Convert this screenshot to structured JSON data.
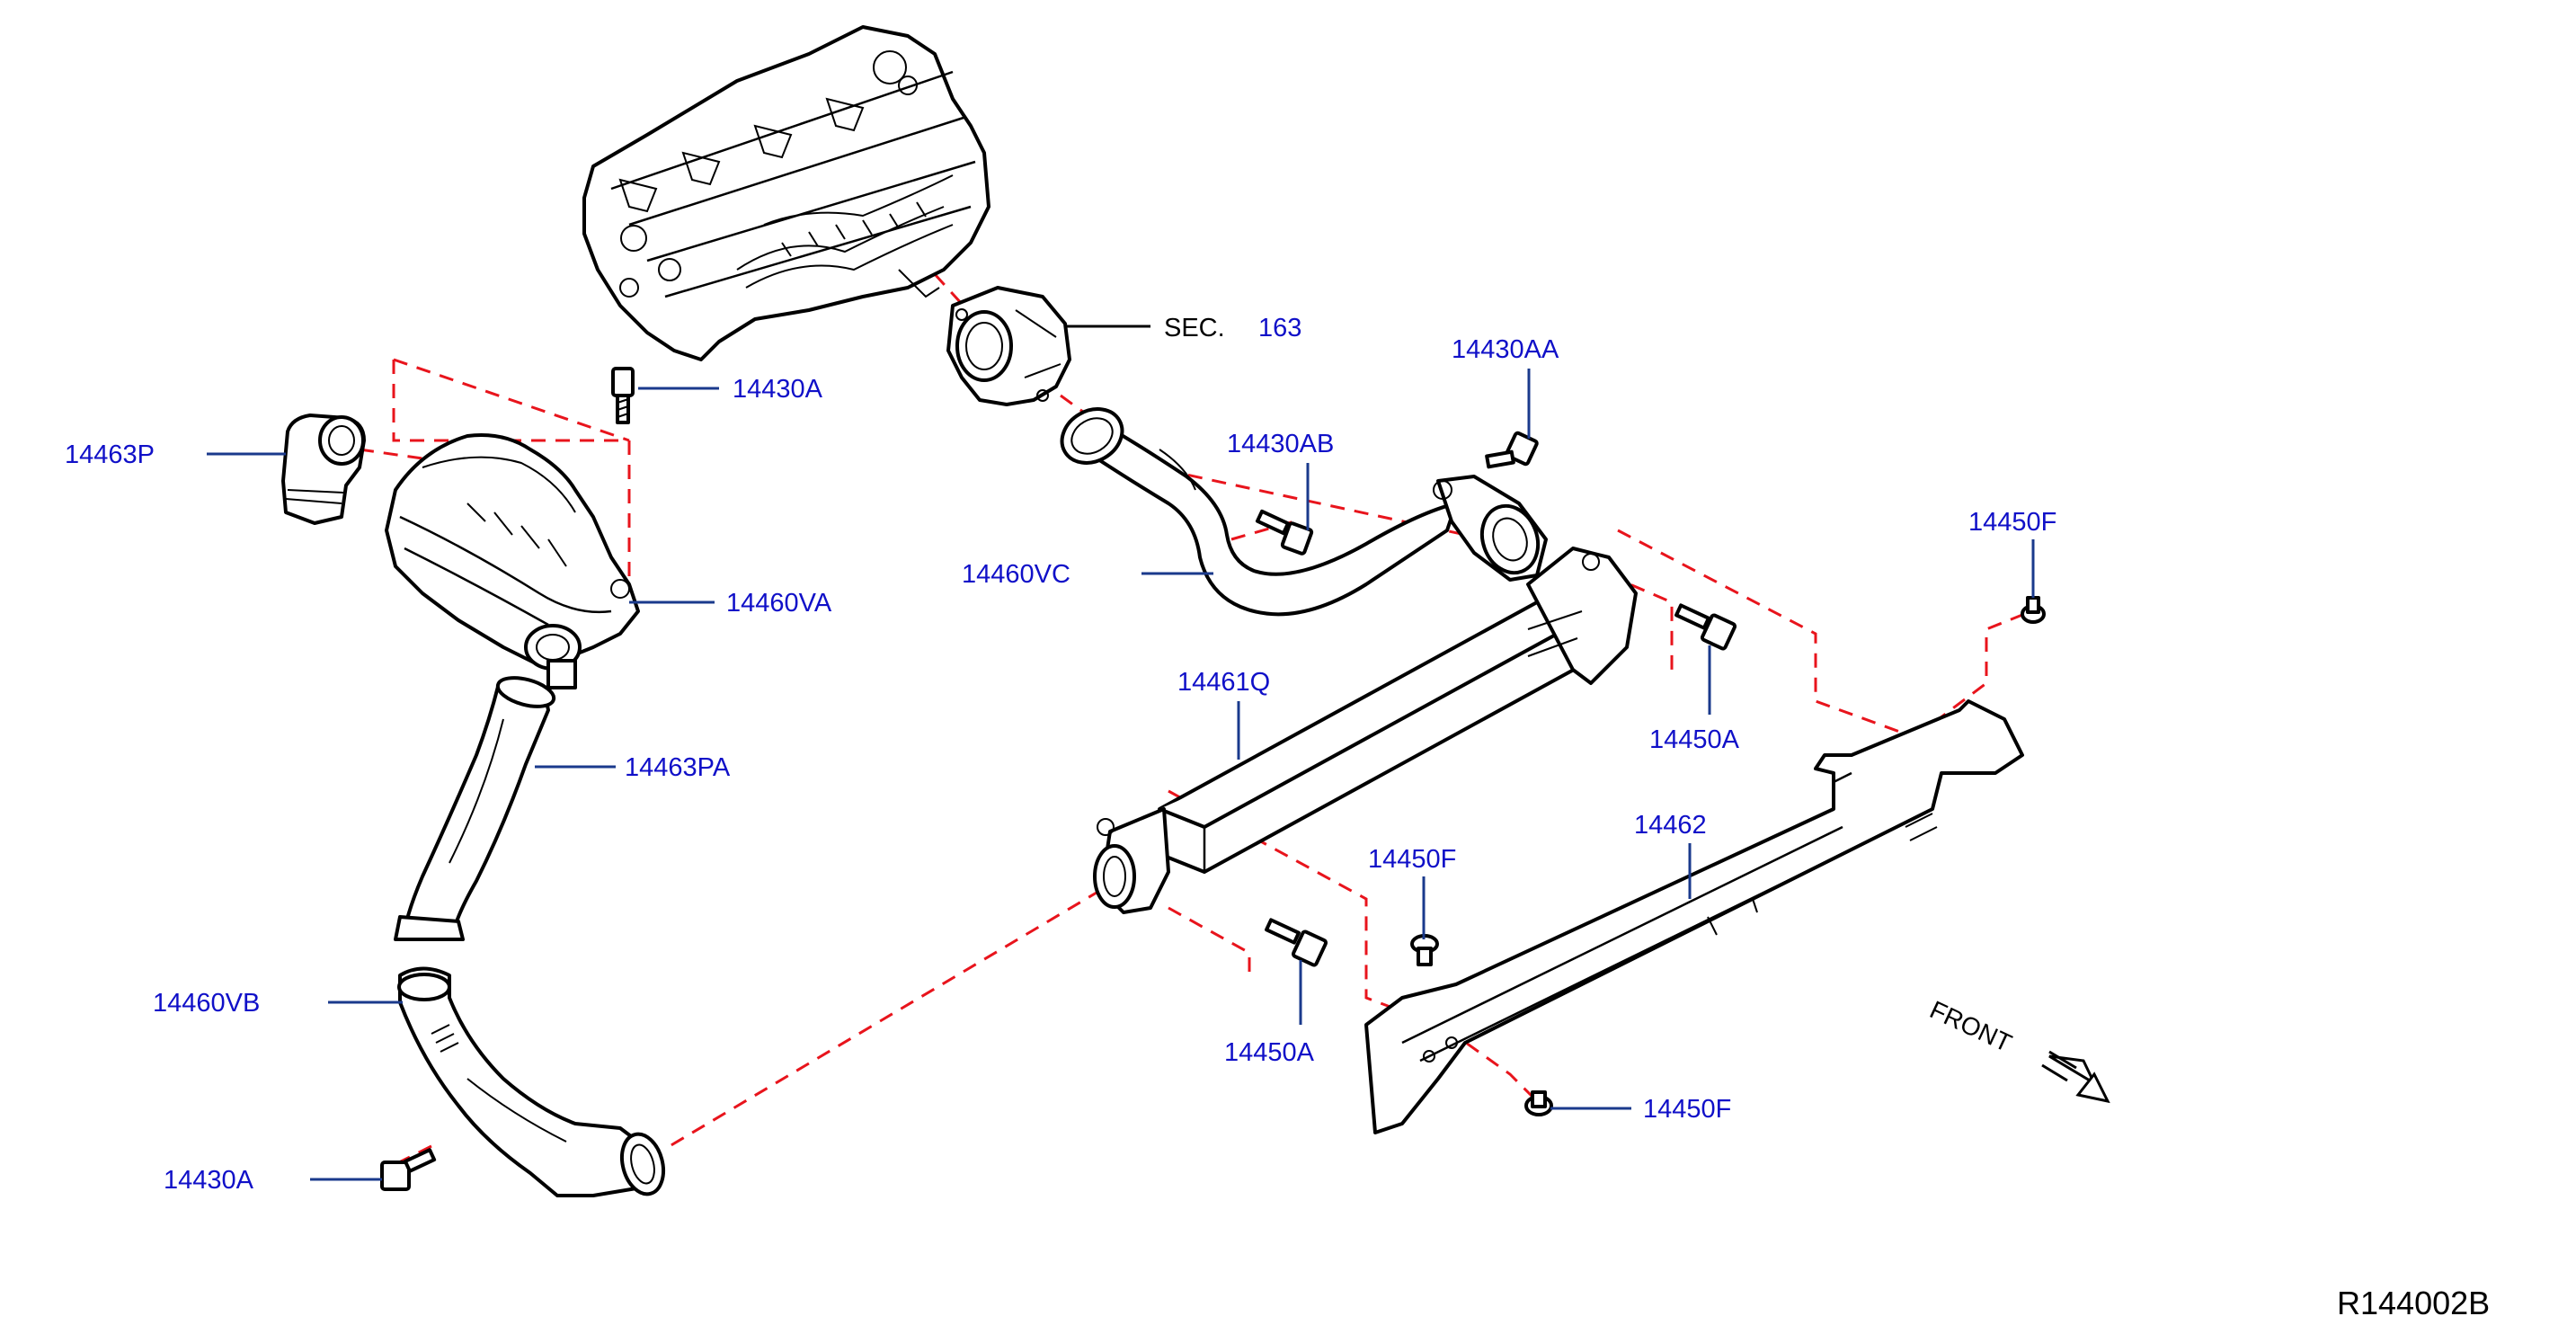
{
  "colors": {
    "label": "#1010c8",
    "leader": "#1a3a8c",
    "dashed_line": "#e8141c",
    "line_art": "#000000",
    "background": "#ffffff"
  },
  "parts": [
    {
      "id": "p-14463P",
      "label": "14463P"
    },
    {
      "id": "p-14430A-top",
      "label": "14430A"
    },
    {
      "id": "p-14460VA",
      "label": "14460VA"
    },
    {
      "id": "p-14463PA",
      "label": "14463PA"
    },
    {
      "id": "p-14460VB",
      "label": "14460VB"
    },
    {
      "id": "p-14430A-bottom",
      "label": "14430A"
    },
    {
      "id": "p-14430AA",
      "label": "14430AA"
    },
    {
      "id": "p-14430AB",
      "label": "14430AB"
    },
    {
      "id": "p-14460VC",
      "label": "14460VC"
    },
    {
      "id": "p-14461Q",
      "label": "14461Q"
    },
    {
      "id": "p-14450F-right",
      "label": "14450F"
    },
    {
      "id": "p-14450A-right",
      "label": "14450A"
    },
    {
      "id": "p-14462",
      "label": "14462"
    },
    {
      "id": "p-14450F-mid",
      "label": "14450F"
    },
    {
      "id": "p-14450A-bottom",
      "label": "14450A"
    },
    {
      "id": "p-14450F-bottom",
      "label": "14450F"
    }
  ],
  "section_ref": {
    "prefix": "SEC.",
    "number": "163"
  },
  "front_label": "FRONT",
  "diagram_code": "R144002B"
}
